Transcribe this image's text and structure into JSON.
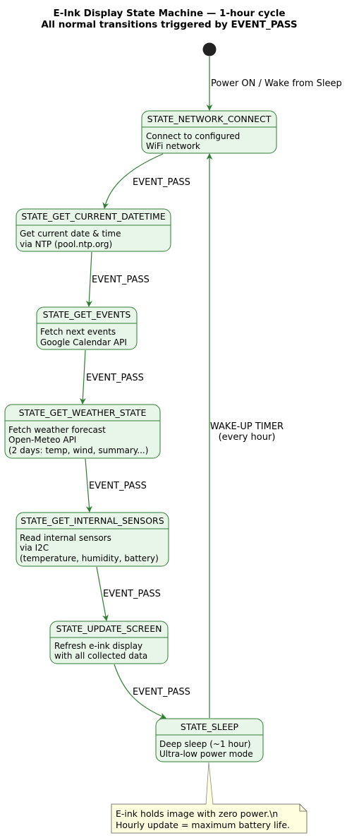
{
  "title": {
    "line1": "E-Ink Display State Machine — 1-hour cycle",
    "line2": "All normal transitions triggered by EVENT_PASS"
  },
  "states": {
    "network_connect": {
      "name": "STATE_NETWORK_CONNECT",
      "desc": [
        "Connect to configured",
        "WiFi network"
      ]
    },
    "get_datetime": {
      "name": "STATE_GET_CURRENT_DATETIME",
      "desc": [
        "Get current date & time",
        "via NTP (pool.ntp.org)"
      ]
    },
    "get_events": {
      "name": "STATE_GET_EVENTS",
      "desc": [
        "Fetch next events",
        "Google Calendar API"
      ]
    },
    "get_weather": {
      "name": "STATE_GET_WEATHER_STATE",
      "desc": [
        "Fetch weather forecast",
        "Open-Meteo API",
        "(2 days: temp, wind, summary...)"
      ]
    },
    "get_sensors": {
      "name": "STATE_GET_INTERNAL_SENSORS",
      "desc": [
        "Read internal sensors",
        "via I2C",
        "(temperature, humidity, battery)"
      ]
    },
    "update_screen": {
      "name": "STATE_UPDATE_SCREEN",
      "desc": [
        "Refresh e-ink display",
        "with all collected data"
      ]
    },
    "sleep": {
      "name": "STATE_SLEEP",
      "desc": [
        "Deep sleep (~1 hour)",
        "Ultra-low power mode"
      ]
    }
  },
  "transitions": {
    "start": "Power ON / Wake from Sleep",
    "t1": "EVENT_PASS",
    "t2": "EVENT_PASS",
    "t3": "EVENT_PASS",
    "t4": "EVENT_PASS",
    "t5": "EVENT_PASS",
    "t6": "EVENT_PASS",
    "wake": [
      "WAKE-UP TIMER",
      "(every hour)"
    ]
  },
  "note": [
    "E-ink holds image with zero power.\\n",
    "Hourly update = maximum battery life."
  ],
  "colors": {
    "state_fill": "#e8f5e9",
    "state_border": "#2e7d32",
    "arrow": "#2e7d32",
    "note_fill": "#ffffe0"
  }
}
